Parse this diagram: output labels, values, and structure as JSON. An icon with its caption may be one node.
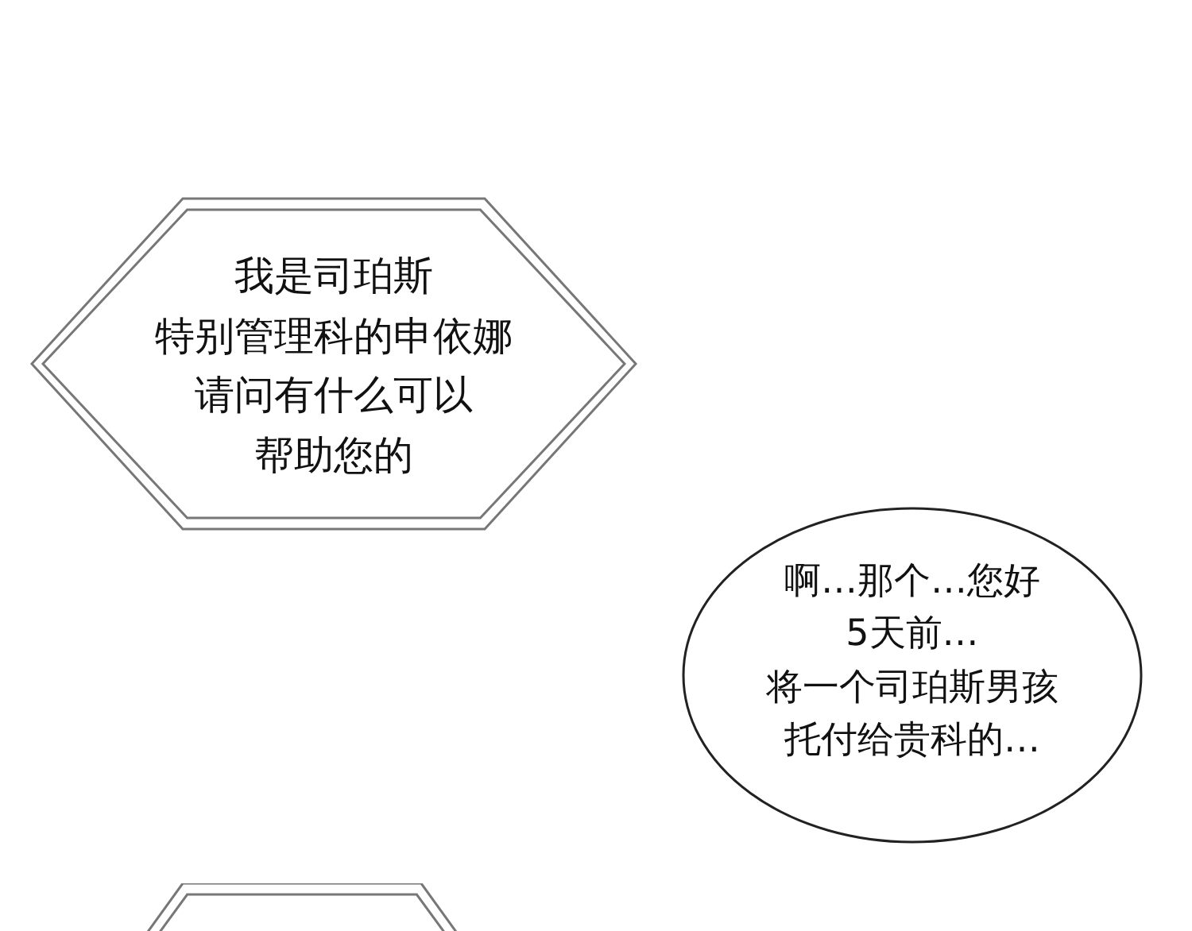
{
  "diagram": {
    "nodes": [
      {
        "text": [
          "我是司珀斯特别管理科的申依娜请问有什么可以帮助您的"
        ]
      },
      {
        "text": [
          "啊…那个…您好5天前…将一个司珀斯男孩托付给贵科的…"
        ]
      },
      {
        "text": [],
        "shape": "hexagon"
      }
    ]
  }
}
